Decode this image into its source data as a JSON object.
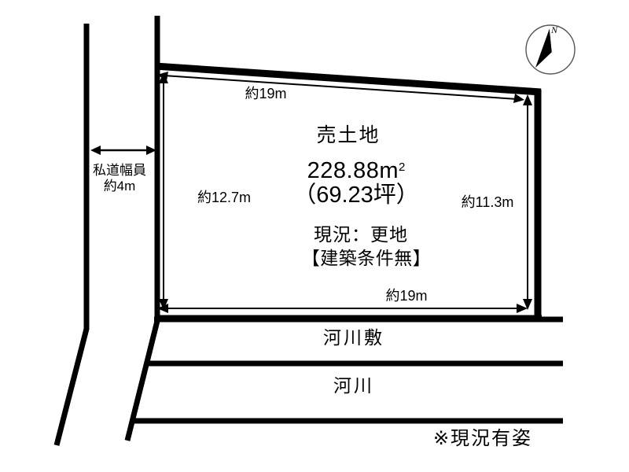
{
  "diagram": {
    "type": "land-plot-survey",
    "title_label": "売土地",
    "area": {
      "sqm_value": "228.88",
      "sqm_unit": "m",
      "sqm_unit_sup": "2",
      "tsubo_text": "（69.23坪）"
    },
    "status": {
      "condition_text": "現況：更地",
      "building_condition_text": "【建築条件無】"
    },
    "dimensions": {
      "top": "約19m",
      "left": "約12.7m",
      "right": "約11.3m",
      "bottom": "約19m"
    },
    "road": {
      "width_label_line1": "私道幅員",
      "width_label_line2": "約4m"
    },
    "surroundings": {
      "riverbank": "河川敷",
      "river": "河川"
    },
    "note": "※現況有姿",
    "compass": {
      "north_letter": "N"
    },
    "colors": {
      "ink": "#000000",
      "background": "#ffffff"
    }
  }
}
